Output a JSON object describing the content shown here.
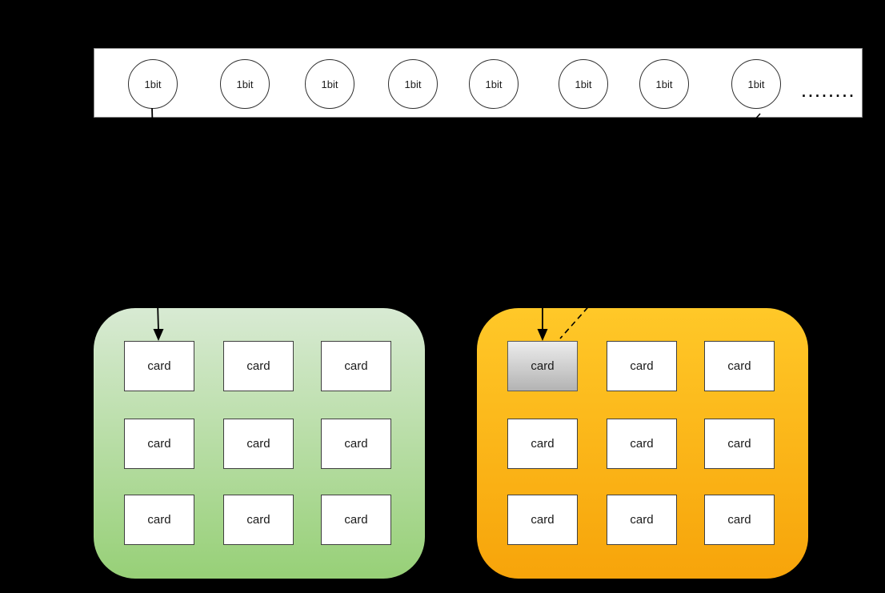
{
  "background": "#000000",
  "bit_strip": {
    "bits": [
      "1bit",
      "1bit",
      "1bit",
      "1bit",
      "1bit",
      "1bit",
      "1bit",
      "1bit"
    ],
    "ellipsis": "........"
  },
  "panels": {
    "green": {
      "fill_top": "#d8ead3",
      "fill_bottom": "#97d077",
      "cards": [
        "card",
        "card",
        "card",
        "card",
        "card",
        "card",
        "card",
        "card",
        "card"
      ]
    },
    "orange": {
      "fill_top": "#ffc828",
      "fill_bottom": "#f7a40a",
      "highlighted_card_index": 0,
      "highlight_fill_top": "#ececec",
      "highlight_fill_bottom": "#b3b3b3",
      "cards": [
        "card",
        "card",
        "card",
        "card",
        "card",
        "card",
        "card",
        "card",
        "card"
      ]
    }
  },
  "connectors": {
    "solid_color": "#000000",
    "dashed_color": "#000000"
  }
}
